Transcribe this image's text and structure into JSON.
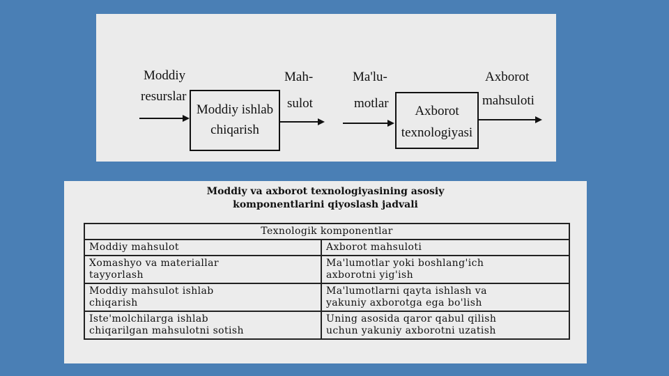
{
  "diagram": {
    "material_input_line1": "Moddiy",
    "material_input_line2": "resurslar",
    "material_process_line1": "Moddiy ishlab",
    "material_process_line2": "chiqarish",
    "material_output_line1": "Mah-",
    "material_output_line2": "sulot",
    "info_input_line1": "Ma'lu-",
    "info_input_line2": "motlar",
    "info_process_line1": "Axborot",
    "info_process_line2": "texnologiyasi",
    "info_output_line1": "Axborot",
    "info_output_line2": "mahsuloti"
  },
  "table": {
    "title_line1": "Moddiy va axborot texnologiyasining asosiy",
    "title_line2": "komponentlarini qiyoslash jadvali",
    "span_header": "Texnologik komponentlar",
    "col1_header": "Moddiy mahsulot",
    "col2_header": "Axborot mahsuloti",
    "rows": [
      {
        "left_1": "Xomashyo va materiallar",
        "left_2": "tayyorlash",
        "right_1": "Ma'lumotlar yoki boshlang'ich",
        "right_2": "axborotni yig'ish"
      },
      {
        "left_1": "Moddiy mahsulot ishlab",
        "left_2": "chiqarish",
        "right_1": "Ma'lumotlarni qayta ishlash va",
        "right_2": "yakuniy axborotga ega bo'lish"
      },
      {
        "left_1": "Iste'molchilarga ishlab",
        "left_2": "chiqarilgan mahsulotni sotish",
        "right_1": "Uning asosida qaror qabul qilish",
        "right_2": "uchun yakuniy axborotni uzatish"
      }
    ]
  }
}
